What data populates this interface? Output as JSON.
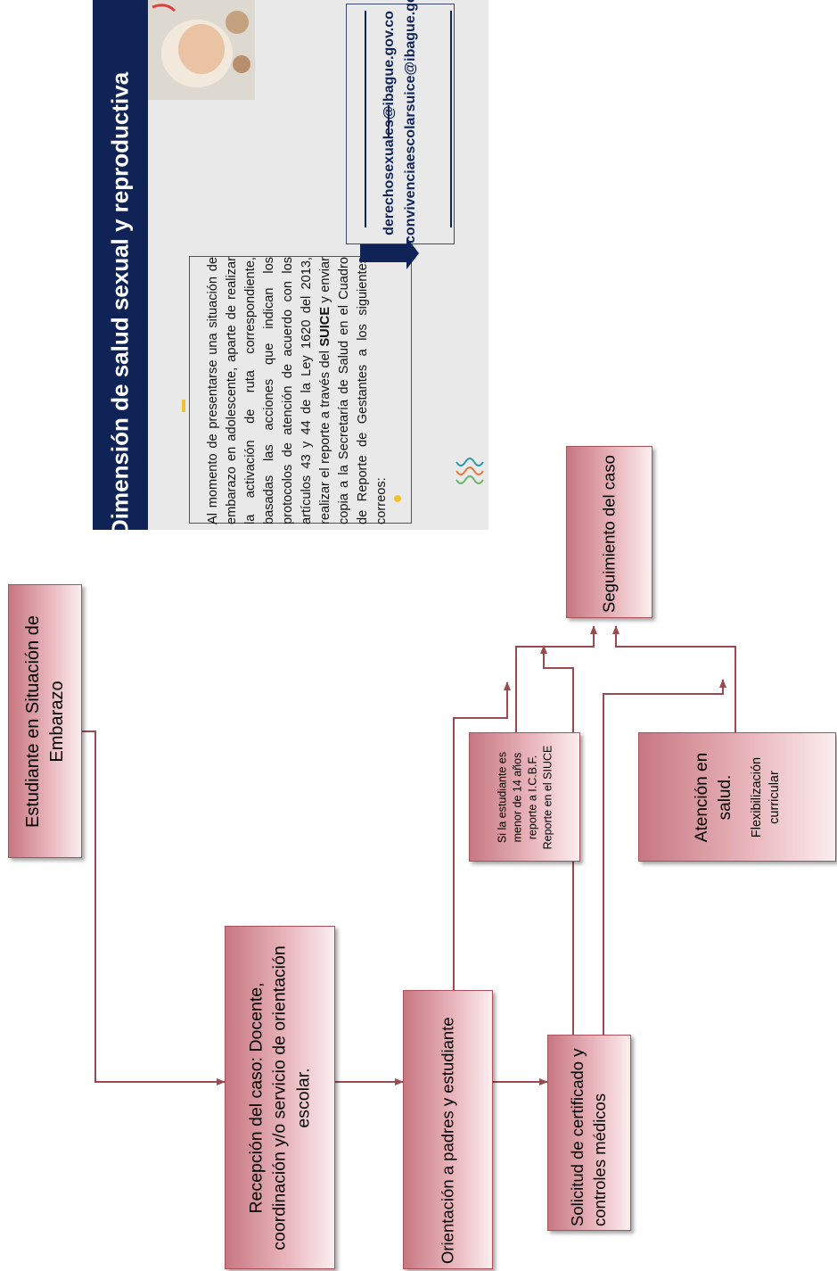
{
  "flowchart": {
    "student": "Estudiante en Situación de Embarazo",
    "reception": "Recepción del caso: Docente, coordinación y/o servicio de orientación escolar.",
    "orientation": "Orientación a padres y estudiante",
    "certificate": "Solicitud de certificado y controles médicos",
    "icbf_line1": "Si la estudiante es menor de 14 años reporte a I.C.B.F.",
    "icbf_line2": "Reporte en el SIUCE",
    "health_title": "Atención en salud.",
    "health_sub": "Flexibilización curricular",
    "followup": "Seguimiento del caso"
  },
  "slide": {
    "title": "Dimensión de salud sexual y reproductiva",
    "paragraph_before": "Al momento de presentarse una situación de embarazo en adolescente, aparte de realizar la activación de ruta correspondiente, basadas las acciones que indican los protocolos de atención de acuerdo con los artículos 43 y 44 de la Ley 1620 del 2013, realizar el reporte a través del",
    "paragraph_bold": "SUICE",
    "paragraph_after": "y enviar copia a la Secretaría de Salud en el Cuadro de Reporte de Gestantes a los siguientes correos:",
    "email1": "derechosexuales@ibague.gov.co",
    "email2": "convivenciaescolarsuice@ibague.gov.co"
  },
  "colors": {
    "box_border": "#a9525c",
    "connector": "#9b4a4f",
    "slide_navy": "#0f2357",
    "slide_background": "#e9e9ea"
  }
}
